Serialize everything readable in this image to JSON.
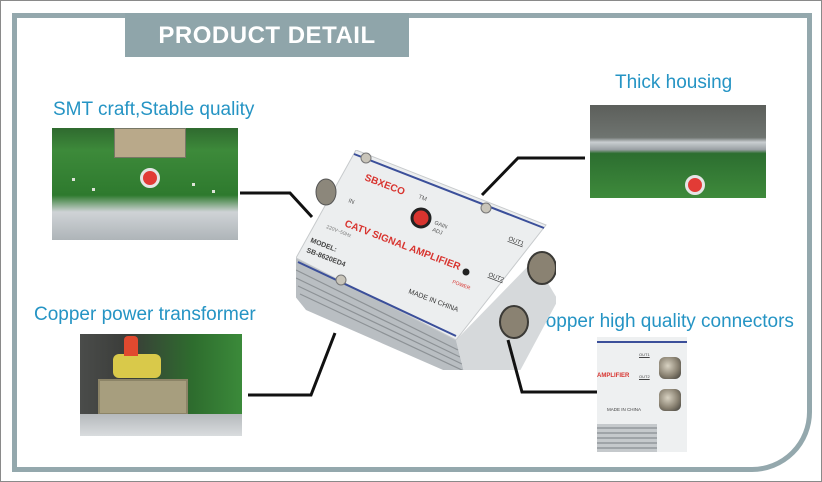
{
  "header": {
    "title": "PRODUCT DETAIL"
  },
  "features": [
    {
      "label": "SMT craft,Stable quality"
    },
    {
      "label": "Thick housing"
    },
    {
      "label": "Copper power transformer"
    },
    {
      "label": "Copper high quality connectors"
    }
  ],
  "product": {
    "brand": "SBXECO",
    "trademark": "TM",
    "name": "CATV SIGNAL AMPLIFIER",
    "input_label": "IN",
    "power_spec": "220V~50Hz",
    "model_label": "MODEL:",
    "model": "SB-8620ED4",
    "gain_label": "GAIN",
    "adj_label": "ADJ",
    "out1_label": "OUT1",
    "out2_label": "OUT2",
    "power_label": "POWER",
    "origin": "MADE IN CHINA",
    "inset_name": "AMPLIFIER"
  },
  "colors": {
    "frame": "#94a8ad",
    "caption": "#2594c4",
    "brand_red": "#d8342f"
  }
}
